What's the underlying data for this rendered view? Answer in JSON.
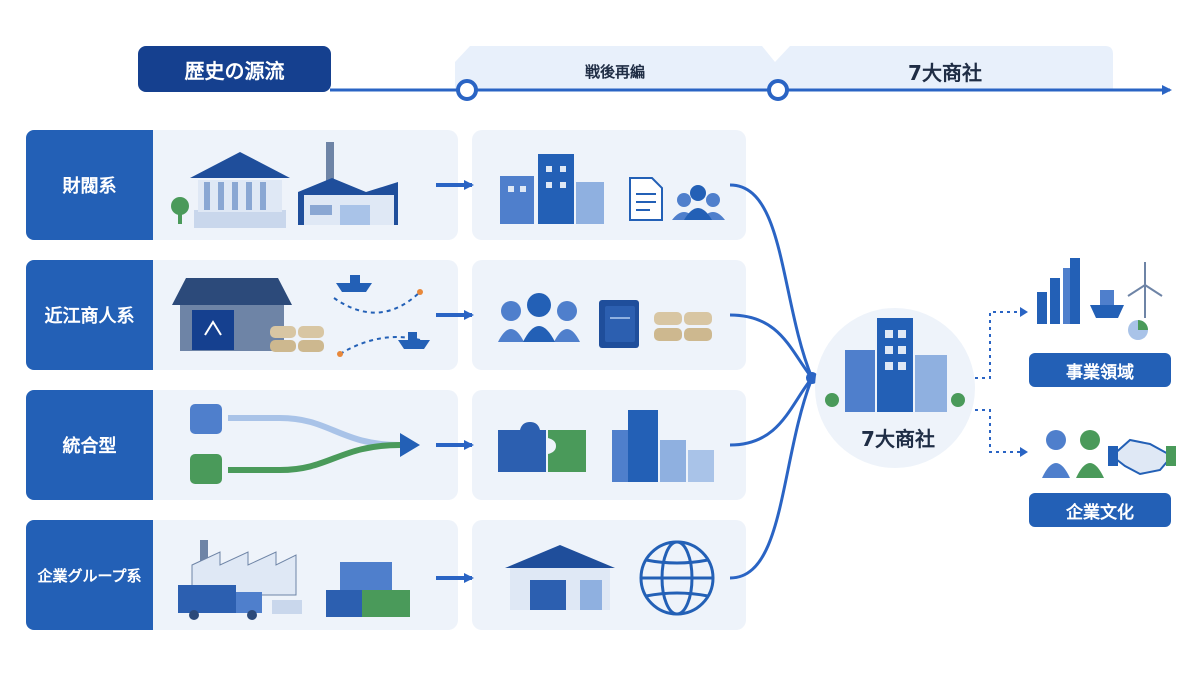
{
  "header": {
    "history_label": "歴史の源流",
    "postwar_label": "戦後再編",
    "final_label": "7大商社"
  },
  "rows": [
    {
      "label": "財閥系"
    },
    {
      "label": "近江商人系"
    },
    {
      "label": "統合型"
    },
    {
      "label": "企業グループ系"
    }
  ],
  "hub": {
    "label": "7大商社"
  },
  "outputs": [
    {
      "label": "事業領域"
    },
    {
      "label": "企業文化"
    }
  ],
  "colors": {
    "navy": "#15408f",
    "blue": "#2360b6",
    "line": "#2a64c4",
    "panel": "#eef3fa",
    "light_blue": "#a9c3e8",
    "green": "#4a9a5a"
  }
}
